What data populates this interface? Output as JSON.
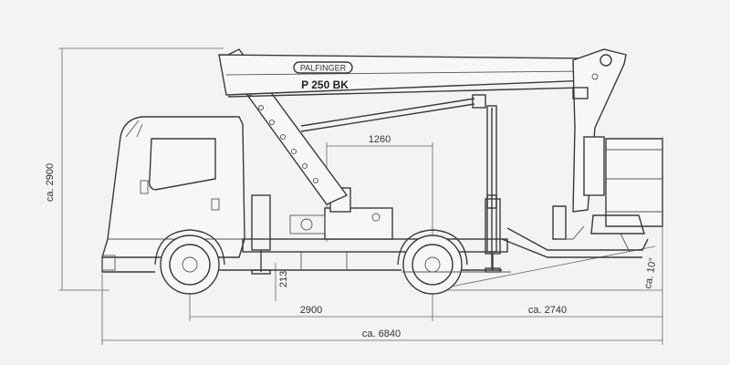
{
  "brand_text": "PALFINGER",
  "model_text": "P 250 BK",
  "dimensions": {
    "height_total": "ca. 2900",
    "boom_reach": "1260",
    "wheelbase": "2900",
    "rear_overhang": "ca. 2740",
    "total_length": "ca. 6840",
    "ground_clearance": "213",
    "angle": "ca. 10°"
  },
  "colors": {
    "line": "#3a3a3a",
    "background": "#f3f3f3"
  }
}
